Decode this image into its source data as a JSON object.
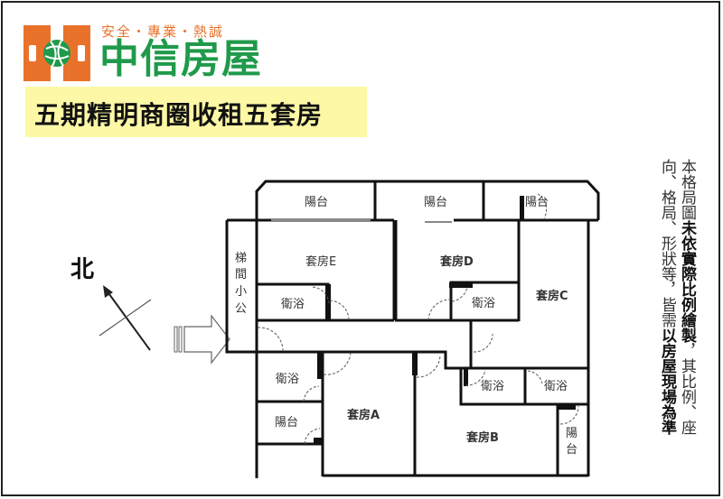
{
  "brand": {
    "slogan": "安全・專業・熱誠",
    "name": "中信房屋",
    "logo_colors": {
      "orange": "#e9722b",
      "green": "#1f9a4a"
    }
  },
  "banner": {
    "title": "五期精明商圈收租五套房",
    "background": "#fdf8a6"
  },
  "compass": {
    "label": "北",
    "arrow": "north-arrow"
  },
  "entrance": {
    "icon": "entrance-arrow"
  },
  "floorplan": {
    "balcony_top_left": "陽台",
    "balcony_top_mid": "陽台",
    "balcony_top_right": "陽台",
    "stair_office": [
      "梯",
      "間",
      "小",
      "公"
    ],
    "suite_e": "套房E",
    "suite_d": "套房D",
    "suite_c": "套房C",
    "suite_a": "套房A",
    "suite_b": "套房B",
    "bath_e": "衛浴",
    "bath_d": "衛浴",
    "bath_a": "衛浴",
    "bath_b": "衛浴",
    "bath_c": "衛浴",
    "balcony_a": "陽台",
    "balcony_b_1": "陽",
    "balcony_b_2": "台"
  },
  "disclaimer": {
    "col1_a": "本格局圖",
    "col1_b": "未依實際比例繪製",
    "col1_c": "，其比例、座",
    "col2_a": "向、格局、形狀等，皆需",
    "col2_b": "以房屋現場為準"
  }
}
